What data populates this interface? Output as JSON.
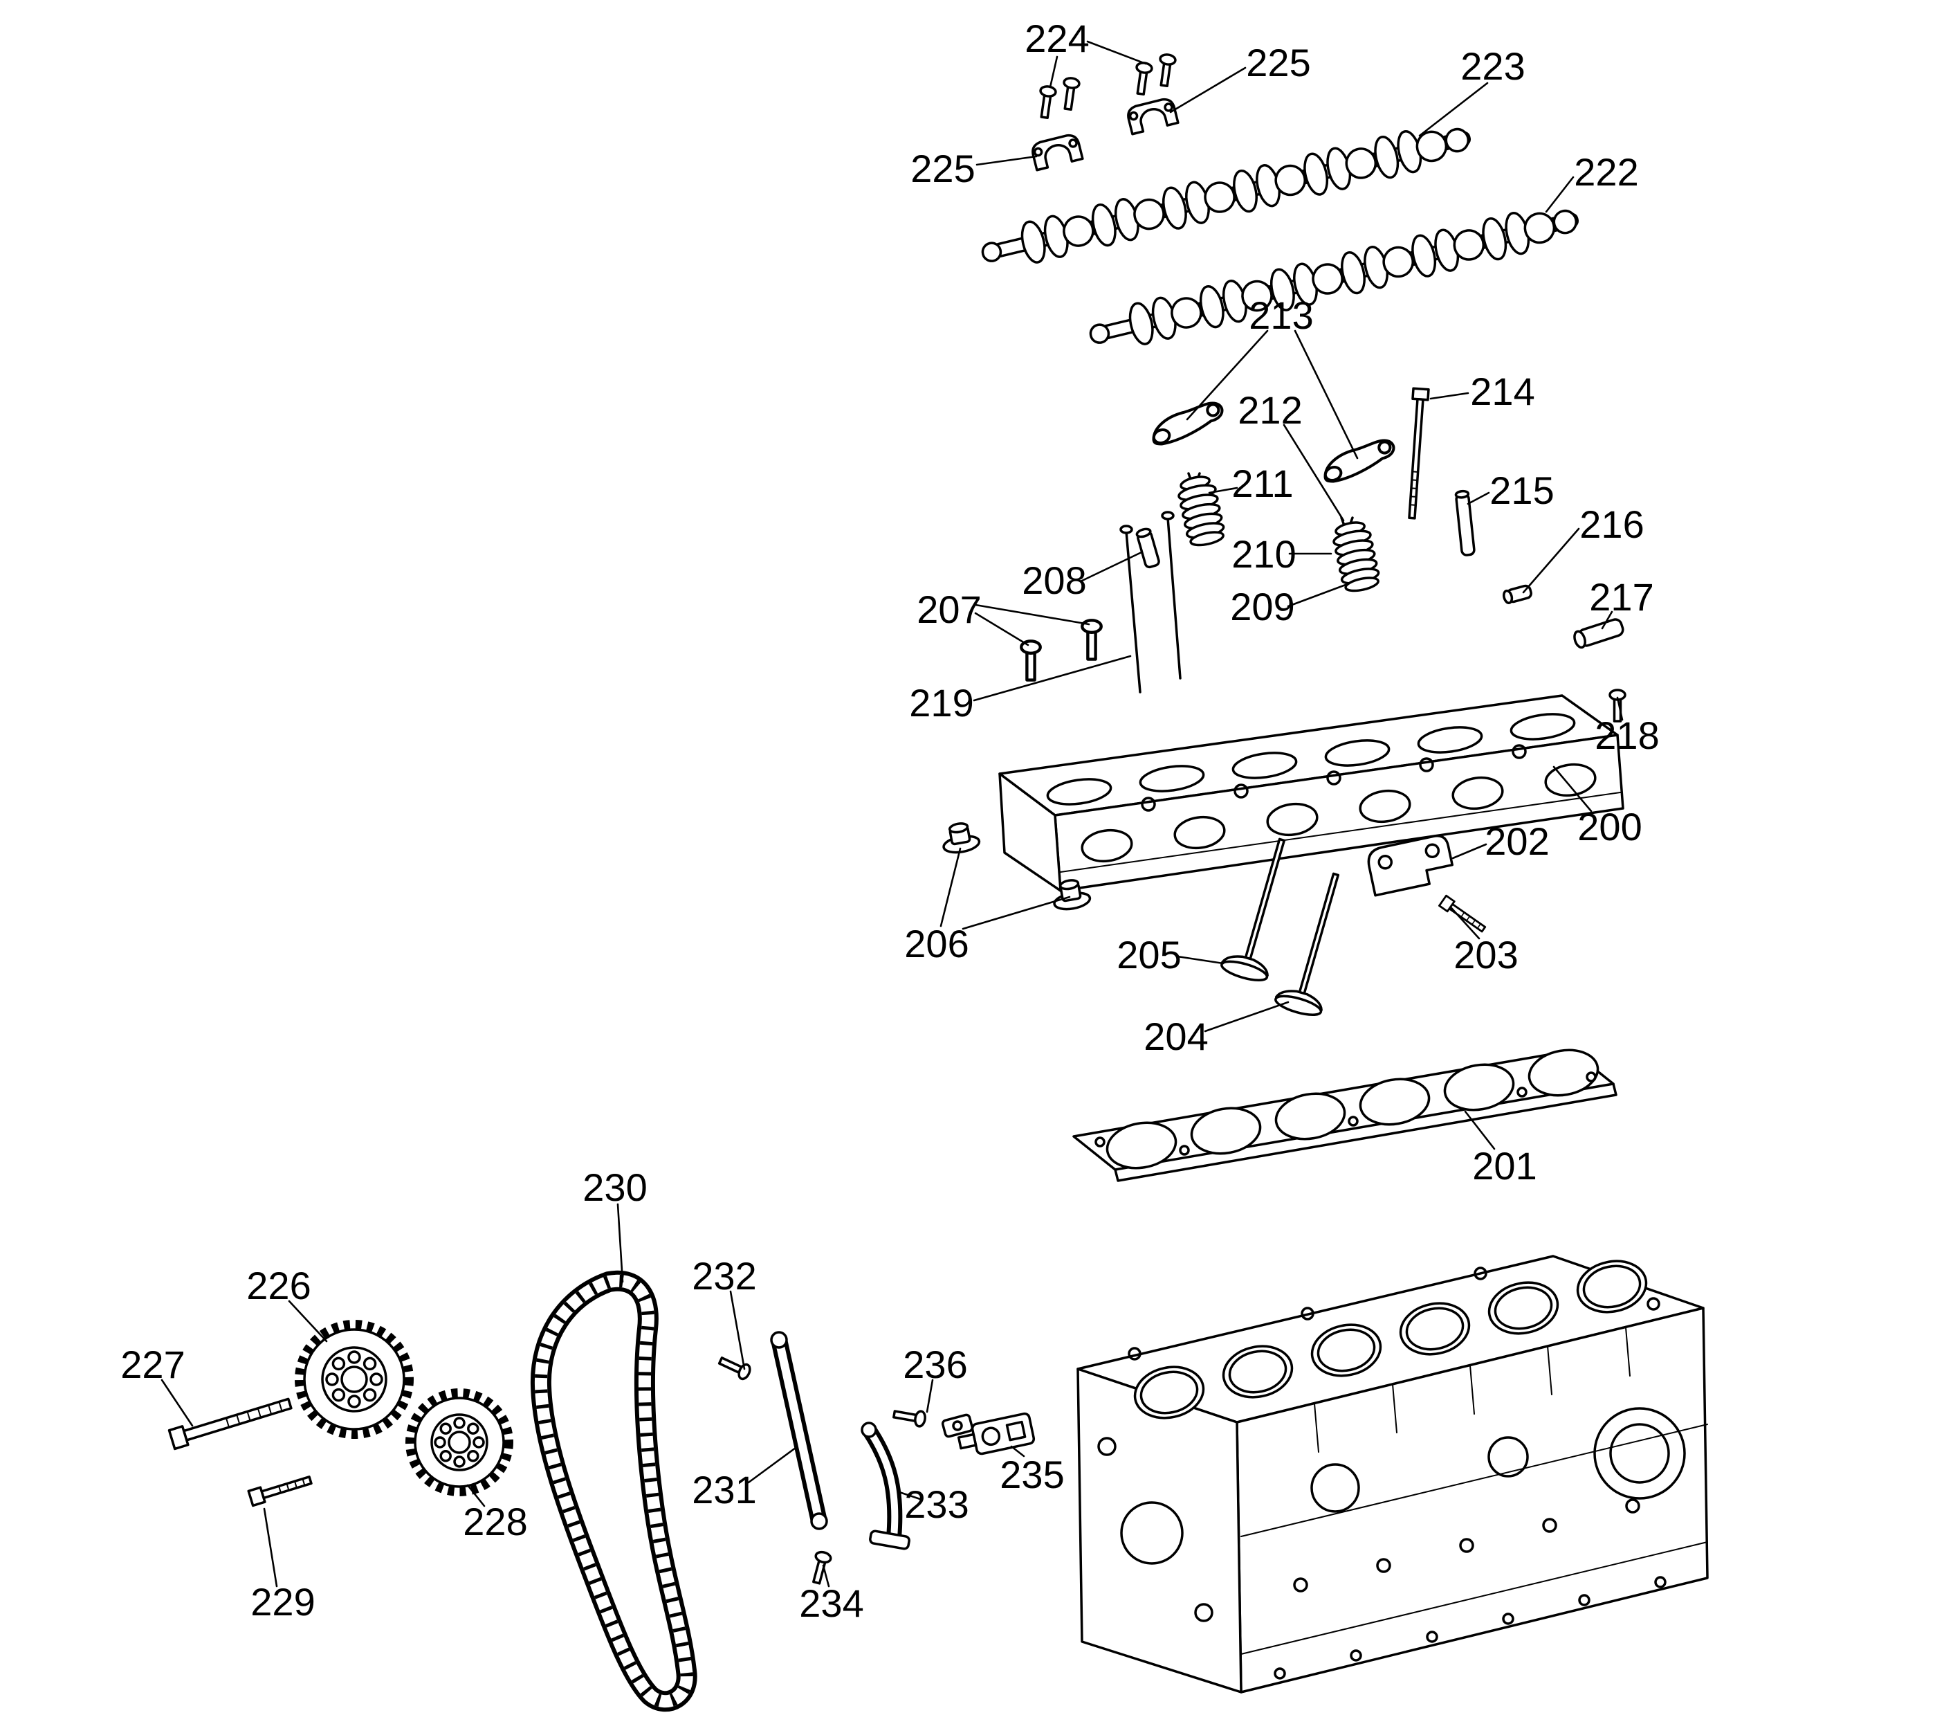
{
  "figure": {
    "colors": {
      "background": "#ffffff",
      "line": "#000000"
    },
    "callouts": {
      "n200": "200",
      "n201": "201",
      "n202": "202",
      "n203": "203",
      "n204": "204",
      "n205": "205",
      "n206": "206",
      "n207": "207",
      "n208": "208",
      "n209": "209",
      "n210": "210",
      "n211": "211",
      "n212": "212",
      "n213": "213",
      "n214": "214",
      "n215": "215",
      "n216": "216",
      "n217": "217",
      "n218": "218",
      "n219": "219",
      "n222": "222",
      "n223": "223",
      "n224": "224",
      "n225": "225",
      "n226": "226",
      "n227": "227",
      "n228": "228",
      "n229": "229",
      "n230": "230",
      "n231": "231",
      "n232": "232",
      "n233": "233",
      "n234": "234",
      "n235": "235",
      "n236": "236"
    }
  }
}
